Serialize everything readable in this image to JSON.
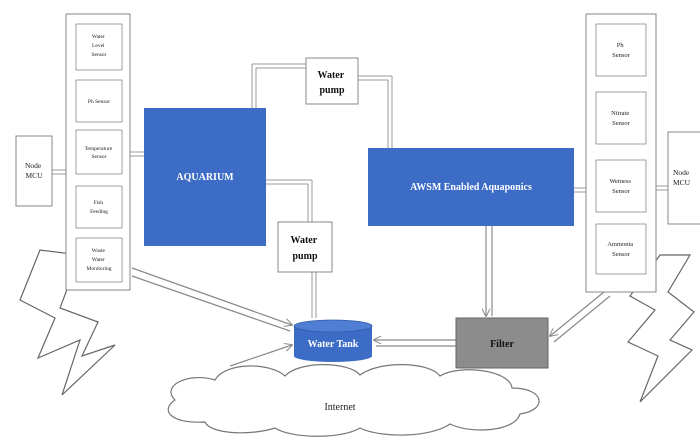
{
  "left_node": {
    "label_lines": [
      "Node",
      "MCU"
    ]
  },
  "left_sensors": [
    {
      "label_lines": [
        "Water",
        "Level",
        "Sensor"
      ]
    },
    {
      "label_lines": [
        "Ph Sensor"
      ]
    },
    {
      "label_lines": [
        "Temperature",
        "Sensor"
      ]
    },
    {
      "label_lines": [
        "Fish",
        "Feeding"
      ]
    },
    {
      "label_lines": [
        "Waste",
        "Water",
        "Monitoring"
      ]
    }
  ],
  "aquarium": {
    "label": "AQUARIUM"
  },
  "water_pump_top": {
    "label_lines": [
      "Water",
      "pump"
    ]
  },
  "water_pump_mid": {
    "label_lines": [
      "Water",
      "pump"
    ]
  },
  "awsm": {
    "label": "AWSM Enabled Aquaponics"
  },
  "right_sensors": [
    {
      "label_lines": [
        "Ph",
        "Sensor"
      ]
    },
    {
      "label_lines": [
        "Nitrate",
        "Sensor"
      ]
    },
    {
      "label_lines": [
        "Wetness",
        "Sensor"
      ]
    },
    {
      "label_lines": [
        "Ammonia",
        "Sensor"
      ]
    }
  ],
  "right_node": {
    "label_lines": [
      "Node",
      "MCU"
    ]
  },
  "water_tank": {
    "label": "Water Tank"
  },
  "filter": {
    "label": "Filter"
  },
  "internet": {
    "label": "Internet"
  },
  "colors": {
    "blue_box": "#3d6cc6",
    "filter_gray": "#8c8c8c",
    "line": "#9a9a9a",
    "text": "#222222"
  }
}
